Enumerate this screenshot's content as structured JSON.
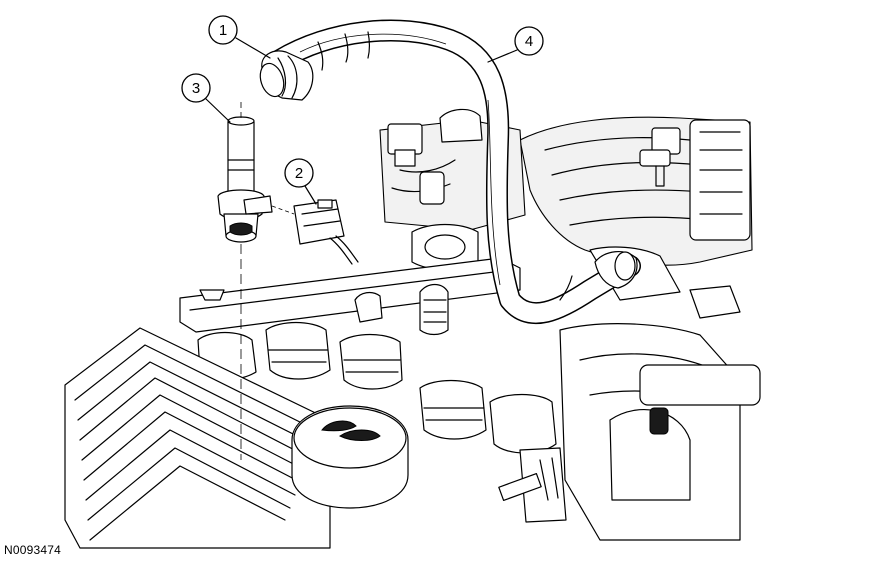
{
  "callouts": [
    {
      "label": "1",
      "part": "hose-end-fitting"
    },
    {
      "label": "2",
      "part": "electrical-connector"
    },
    {
      "label": "3",
      "part": "pcv-valve"
    },
    {
      "label": "4",
      "part": "pcv-hose"
    }
  ],
  "figure_id": "N0093474",
  "colors": {
    "line": "#000000",
    "background": "#ffffff"
  }
}
